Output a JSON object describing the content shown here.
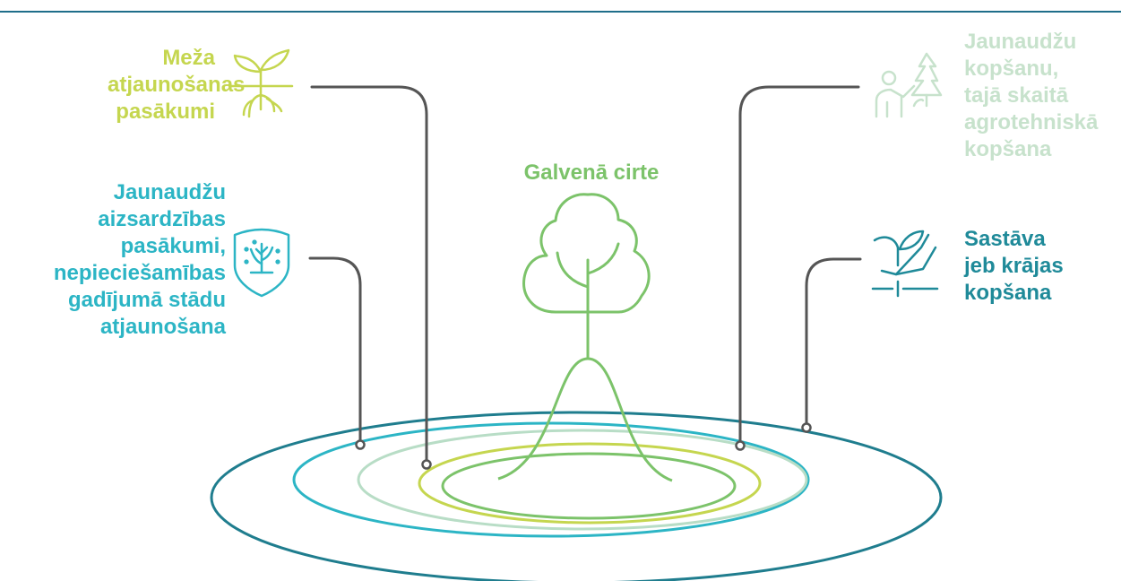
{
  "labels": {
    "forest_renewal": "Meža\natjaunošanas\npasākumi",
    "young_protection": "Jaunaudžu\naizsardzības\npasākumi,\nnepieciešamības\ngadījumā stādu\natjaunošana",
    "main_felling": "Galvenā cirte",
    "young_tending": "Jaunaudžu\nkopšanu,\ntajā skaitā\nagrotehniskā\nkopšana",
    "composition_tending": "Sastāva\njeb krājas\nkopšana"
  },
  "colors": {
    "header_line": "#1f6e8a",
    "forest_renewal": "#c5d64f",
    "young_protection": "#2cb5c5",
    "main_felling": "#7cc36a",
    "young_tending": "#c7e2cc",
    "composition_tending": "#1f8a99",
    "connector": "#555555"
  },
  "icons": {
    "forest_renewal": "sprout-roots-icon",
    "young_protection": "shield-seedling-icon",
    "main_felling": "tree-icon",
    "young_tending": "person-with-tree-icon",
    "composition_tending": "hand-with-sprout-icon"
  }
}
